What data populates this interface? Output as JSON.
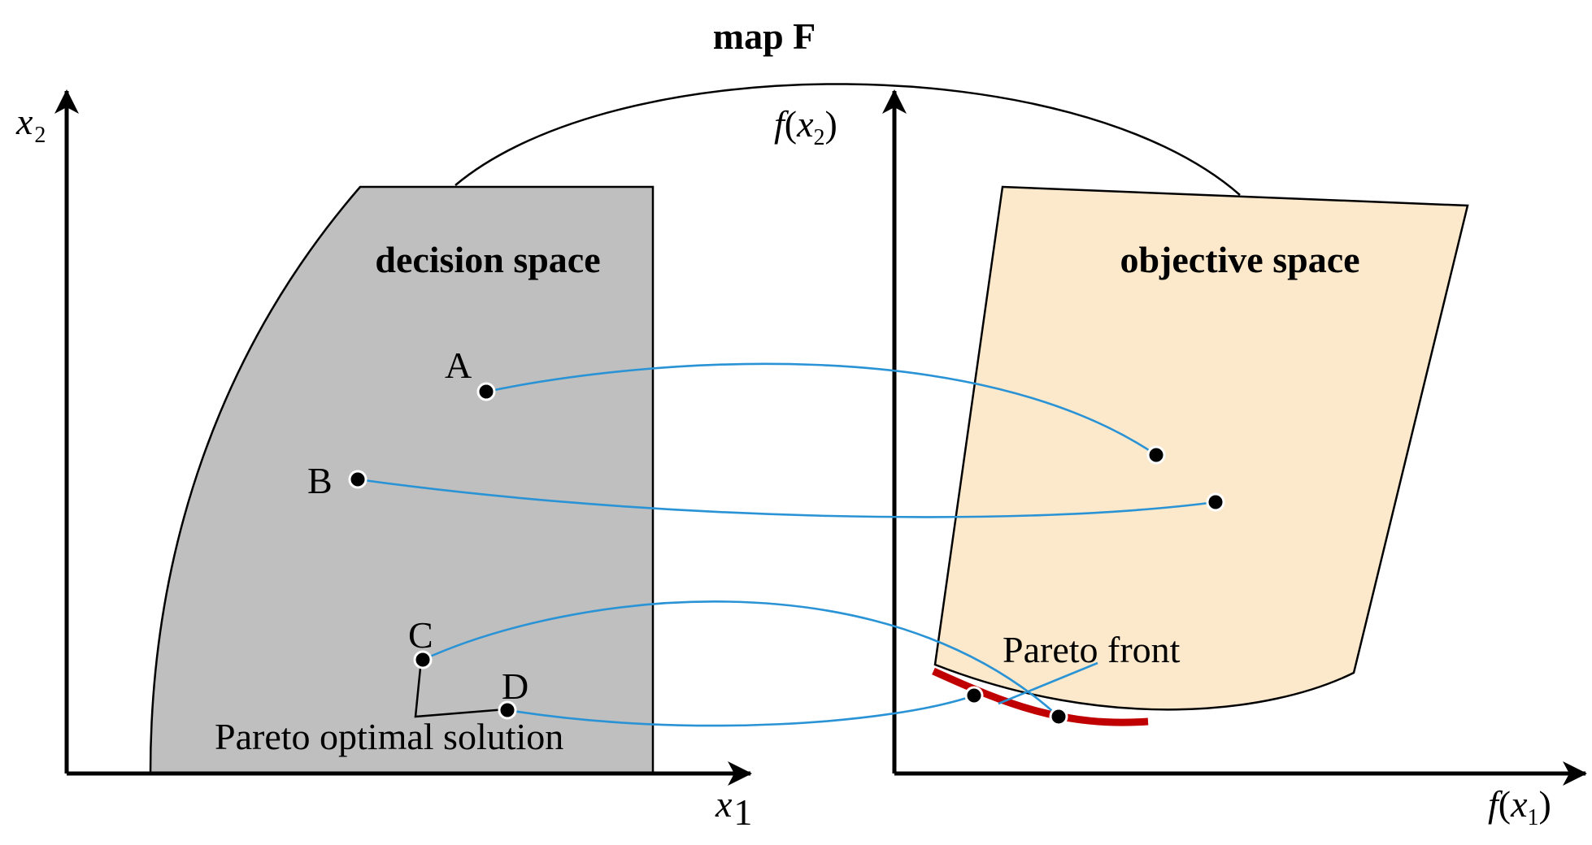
{
  "map_label": "map F",
  "decision_space": {
    "title": "decision space",
    "x_axis": "x",
    "x_sub": "1",
    "y_axis": "x",
    "y_sub": "2",
    "fill": "#bfbfbf"
  },
  "objective_space": {
    "title": "objective space",
    "x_axis_f": "f",
    "x_axis_var": "x",
    "x_axis_sub": "1",
    "y_axis_f": "f",
    "y_axis_var": "x",
    "y_axis_sub": "2",
    "fill": "#fce9cc"
  },
  "points": [
    {
      "label": "A"
    },
    {
      "label": "B"
    },
    {
      "label": "C"
    },
    {
      "label": "D"
    }
  ],
  "pareto_optimal_label": "Pareto optimal solution",
  "pareto_front_label": "Pareto front",
  "colors": {
    "link": "#2a93d5",
    "pareto_front": "#c00000",
    "axis": "#000000"
  }
}
